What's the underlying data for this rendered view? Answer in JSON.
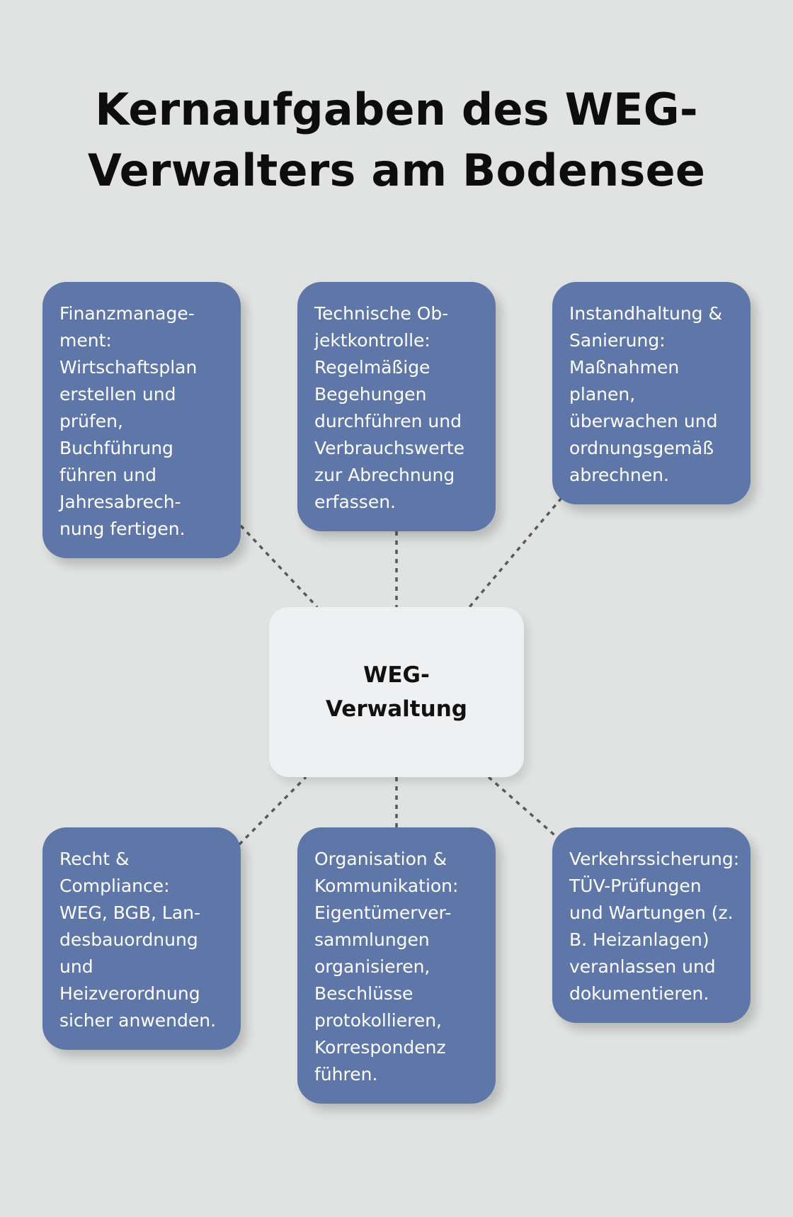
{
  "title": "Kernaufgaben des WEG-\nVerwalters am Bodensee",
  "center": {
    "label": "WEG-\nVerwaltung"
  },
  "nodes": [
    {
      "text": "Finanzmanage-\nment:\nWirtschaftsplan\nerstellen und\nprüfen,\nBuchführung\nführen und\nJahresabrech-\nnung fertigen."
    },
    {
      "text": "Technische Ob-\njektkontrolle:\nRegelmäßige\nBegehungen\ndurchführen und\nVerbrauchswerte\nzur Abrechnung\nerfassen."
    },
    {
      "text": "Instandhaltung &\nSanierung:\nMaßnahmen\nplanen,\nüberwachen und\nordnungsgemäß\nabrechnen."
    },
    {
      "text": "Recht &\nCompliance:\nWEG, BGB, Lan-\ndesbauordnung\nund\nHeizverordnung\nsicher anwenden."
    },
    {
      "text": "Organisation &\nKommunikation:\nEigentümerver-\nsammlungen\norganisieren,\nBeschlüsse\nprotokollieren,\nKorrespondenz\nführen."
    },
    {
      "text": "Verkehrssicherung:\nTÜV-Prüfungen\nund Wartungen (z.\nB. Heizanlagen)\nveranlassen und\ndokumentieren."
    }
  ]
}
